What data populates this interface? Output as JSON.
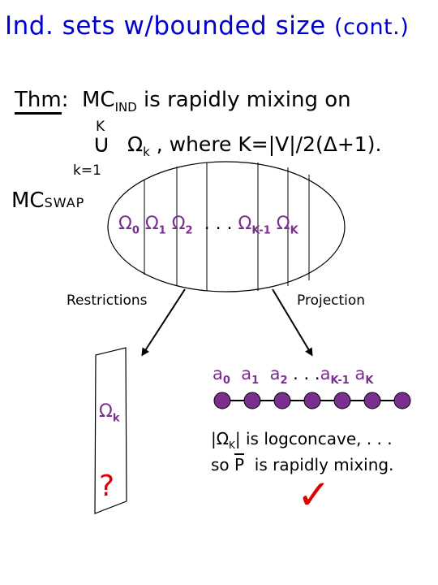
{
  "title": {
    "main": "Ind. sets w/bounded size",
    "paren": "(cont.)"
  },
  "theorem": {
    "label": "Thm",
    "colon": ":",
    "mc": "MC",
    "mc_sub": "IND",
    "text": "is rapidly mixing on",
    "union_top": "K",
    "union_symbol": "∪",
    "union_bottom": "k=1",
    "omega": "Ω",
    "omega_sub": "k",
    "where": ", where K=|V|/2(Δ+1)."
  },
  "mcswap": {
    "base": "MC",
    "small": "SWAP"
  },
  "omegas": [
    {
      "sym": "Ω",
      "sub": "0"
    },
    {
      "sym": "Ω",
      "sub": "1"
    },
    {
      "sym": "Ω",
      "sub": "2"
    },
    {
      "sym": "Ω",
      "sub": "K-1"
    },
    {
      "sym": "Ω",
      "sub": "K"
    }
  ],
  "dots": ". . .",
  "labels": {
    "restrictions": "Restrictions",
    "projection": "Projection"
  },
  "a_values": [
    {
      "sym": "a",
      "sub": "0"
    },
    {
      "sym": "a",
      "sub": "1"
    },
    {
      "sym": "a",
      "sub": "2"
    },
    {
      "sym": "a",
      "sub": "K-1"
    },
    {
      "sym": "a",
      "sub": "K"
    }
  ],
  "a_dots": ". . .",
  "omega_k": {
    "sym": "Ω",
    "sub": "k"
  },
  "logconcave": {
    "pre": "|Ω",
    "sub": "K",
    "post": "| is logconcave, . . ."
  },
  "rapid": {
    "pre": "so",
    "p": "P",
    "post": "is rapidly mixing."
  },
  "question_mark": "?",
  "checkmark": "✓",
  "colors": {
    "title": "#0000cc",
    "accent": "#7a2e8e",
    "mark": "#e00000",
    "node": "#7a2e8e"
  },
  "chain_node_count": 7
}
